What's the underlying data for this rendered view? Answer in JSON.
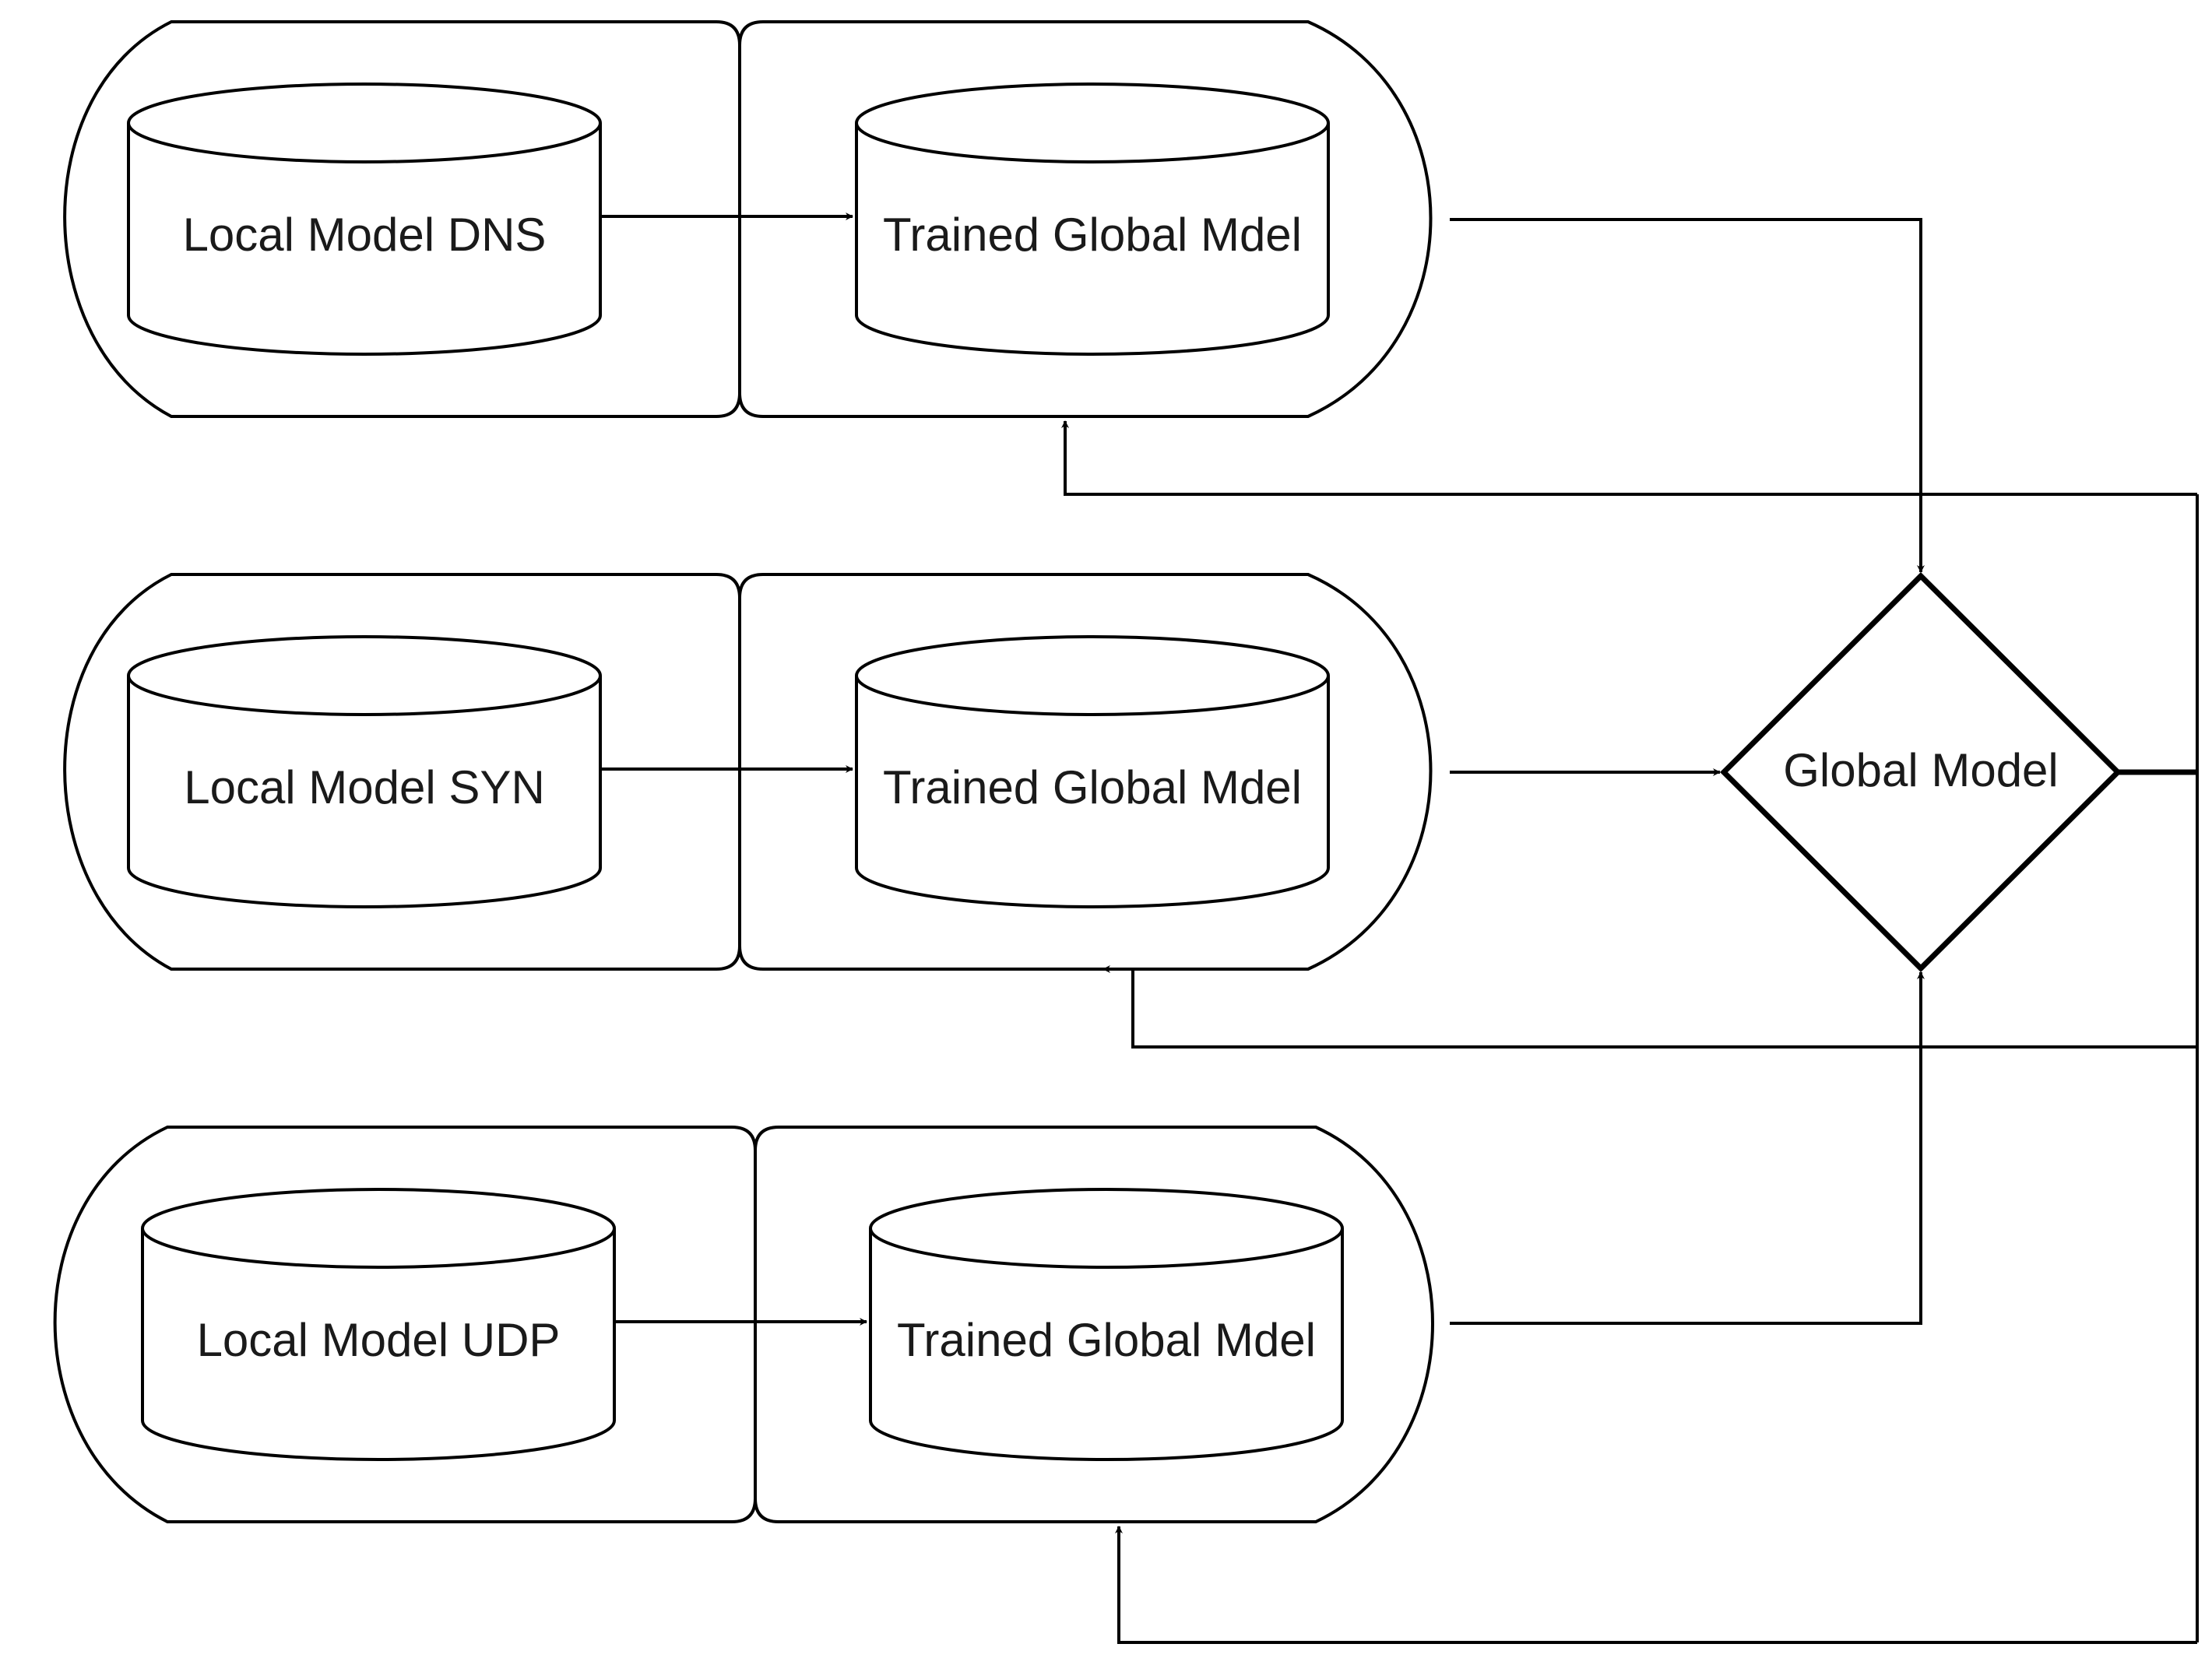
{
  "diagram": {
    "rows": [
      {
        "local_label": "Local Model DNS",
        "trained_label": "Trained Global Mdel"
      },
      {
        "local_label": "Local Model SYN",
        "trained_label": "Trained Global Mdel"
      },
      {
        "local_label": "Local Model UDP",
        "trained_label": "Trained Global Mdel"
      }
    ],
    "global_label": "Global Model"
  }
}
